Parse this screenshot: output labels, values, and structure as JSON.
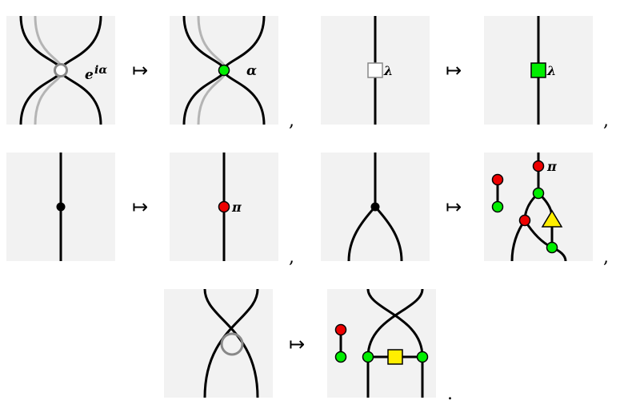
{
  "diagram": {
    "arrow_symbol": "↦",
    "separator": ",",
    "terminator": ".",
    "rules": [
      {
        "lhs_label_main": "e",
        "lhs_label_sup": "iα",
        "rhs_label": "α"
      },
      {
        "lhs_label": "λ",
        "rhs_label": "λ"
      },
      {
        "rhs_label": "π"
      },
      {
        "rhs_label": "π"
      },
      {}
    ],
    "colors": {
      "panel": "#f2f2f2",
      "wire": "#000000",
      "ghost_wire": "#b4b4b4",
      "green_spider": "#00ee00",
      "red_spider": "#ee0000",
      "yellow_box": "#ffee00",
      "white_node": "#ffffff",
      "gray_ring": "#888888"
    }
  }
}
